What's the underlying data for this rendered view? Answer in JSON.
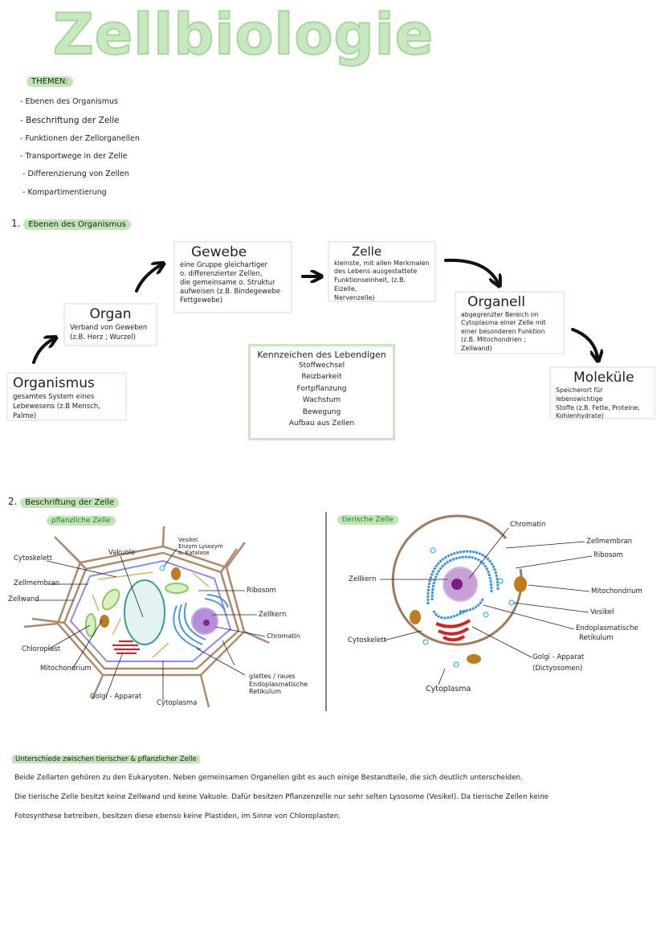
{
  "title": "Zellbiologie",
  "themes": {
    "label": "THEMEN:",
    "items": [
      "Ebenen des Organismus",
      "Beschriftung der Zelle",
      "Funktionen der Zellorganellen",
      "Transportwege in der Zelle",
      "Differenzierung von Zellen",
      "Kompartimentierung"
    ]
  },
  "section1": {
    "number": "1.",
    "heading": "Ebenen des Organismus",
    "levels": [
      {
        "title": "Organismus",
        "text": [
          "gesamtes System eines",
          "Lebewesens (z.B Mensch, Palme)"
        ]
      },
      {
        "title": "Organ",
        "text": [
          "Verband von Geweben",
          "(z.B. Herz ; Wurzel)"
        ]
      },
      {
        "title": "Gewebe",
        "text": [
          "eine Gruppe gleichartiger",
          "o. differenzierter Zellen,",
          "die gemeinsame o. Struktur",
          "aufweisen (z.B. Bindegewebe",
          "Fettgewebe)"
        ]
      },
      {
        "title": "Zelle",
        "text": [
          "kleinste, mit allen Merkmalen",
          "des Lebens ausgestattete",
          "Funktionseinheit, (z.B. Eizelle,",
          "Nervenzelle)"
        ]
      },
      {
        "title": "Organell",
        "text": [
          "abgegrenzter Bereich im",
          "Cytoplasma einer Zelle mit",
          "einer besonderen Funktion",
          "(z.B. Mitochondrien ; Zellwand)"
        ]
      },
      {
        "title": "Moleküle",
        "text": [
          "Speicherort für lebenswichtige",
          "Stoffe (z.B. Fette, Proteine,",
          "Kohlenhydrate)"
        ]
      }
    ],
    "characteristics": {
      "title": "Kennzeichen des Lebendigen",
      "items": [
        "Stoffwechsel",
        "Reizbarkeit",
        "Fortpflanzung",
        "Wachstum",
        "Bewegung",
        "Aufbau aus Zellen"
      ]
    }
  },
  "section2": {
    "number": "2.",
    "heading": "Beschriftung der Zelle",
    "plant_cell": {
      "label": "pflanzliche Zelle",
      "parts": {
        "cytoskelett": "Cytoskelett",
        "zellmembran": "Zellmembran",
        "zellwand": "Zellwand",
        "chloroplast": "Chloroplast",
        "mitochondrium": "Mitochondrium",
        "golgi": "Golgi - Apparat",
        "cytoplasma": "Cytoplasma",
        "vakuole": "Vakuole",
        "vesikel": [
          "Vesikel",
          "Enzym Lysozym",
          "o. Katalase"
        ],
        "ribosom": "Ribosom",
        "zellkern": "Zellkern",
        "chromatin": "Chromatin",
        "er": [
          "glattes / raues",
          "Endoplasmatische",
          "Retikulum"
        ]
      }
    },
    "animal_cell": {
      "label": "tierische Zelle",
      "parts": {
        "chromatin": "Chromatin",
        "zellmembran": "Zellmembran",
        "ribosom": "Ribosom",
        "zellkern": "Zellkern",
        "mitochondrium": "Mitochondrium",
        "vesikel": "Vesikel",
        "er": [
          "Endoplasmatische",
          "Retikulum"
        ],
        "cytoskelett": "Cytoskelett",
        "golgi": [
          "Golgi - Apparat",
          "(Dictyosomen)"
        ],
        "cytoplasma": "Cytoplasma"
      }
    }
  },
  "differences": {
    "heading": "Unterschiede zwischen tierischer & pflanzlicher Zelle",
    "lines": [
      "Beide Zellarten gehören zu den Eukaryoten. Neben gemeinsamen Organellen gibt es auch einige Bestandteile, die sich deutlich unterscheiden.",
      "Die tierische Zelle besitzt keine Zellwand und keine Vakuole. Dafür besitzen Pflanzenzelle nur sehr selten Lysosome (Vesikel). Da tierische Zellen keine",
      "Fotosynthese betreiben, besitzen diese ebenso keine Plastiden, im Sinne von Chloroplasten."
    ]
  },
  "colors": {
    "highlight": "#bfe6b5",
    "box_border": "#e4f3e0",
    "cell_wall": "#b08a6a",
    "membrane": "#8c8cf0",
    "er": "#3a8fe0",
    "golgi": "#d42020",
    "nucleus": "#b58ed8",
    "chloroplast": "#8cc85a",
    "mitochondrion": "#c07a20"
  }
}
